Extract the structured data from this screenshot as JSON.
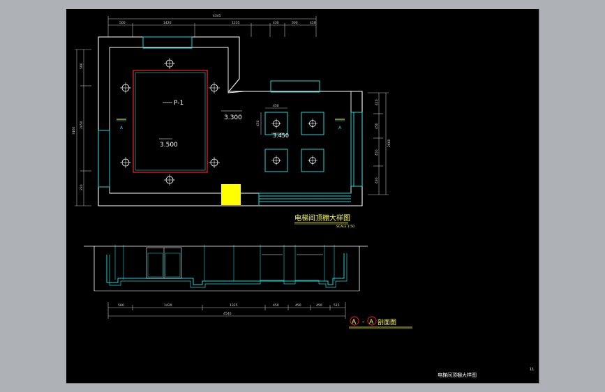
{
  "plan": {
    "dim_top_total": "4345",
    "dim_top": [
      "500",
      "1420",
      "1235",
      "430",
      "300",
      "450"
    ],
    "dim_left_total": "3160",
    "dim_left": [
      "580",
      "2050",
      "230"
    ],
    "dim_right_total": "2660",
    "dim_right": [
      "410",
      "450",
      "450",
      "430"
    ],
    "label_p1": "P-1",
    "elev_left": "3.500",
    "elev_mid": "3.300",
    "elev_grid": "3.450",
    "grid_dim_w": "450",
    "grid_dim_h": "450",
    "section_mark_left": "A",
    "section_mark_right": "A",
    "title": "电梯间顶棚大样图",
    "scale": "SCALE 1:50"
  },
  "section": {
    "dims": [
      "580",
      "1420",
      "1325",
      "450",
      "450",
      "450",
      "515"
    ],
    "total": "4540",
    "title_a1": "A",
    "title_dash": "-",
    "title_a2": "A",
    "title_text": "剖面图"
  },
  "footer": {
    "drawing_name": "电梯间顶棚大样图",
    "page": "11"
  },
  "colors": {
    "background": "#000000",
    "outline": "#ffffff",
    "detail": "#25d3d3",
    "frame_red": "#ff2020",
    "highlight_yellow": "#ffff00",
    "title_yellow": "#ffff66"
  }
}
